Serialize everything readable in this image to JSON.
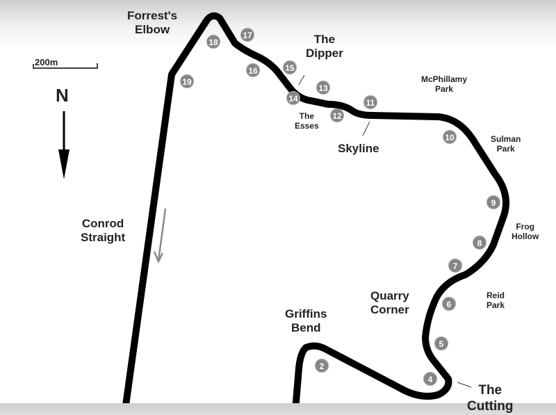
{
  "title": "Mount Panorama Circuit",
  "scale": {
    "label": "200m"
  },
  "compass": {
    "label": "N"
  },
  "places": {
    "forrests_elbow": [
      "Forrest's",
      "Elbow"
    ],
    "the_dipper": [
      "The",
      "Dipper"
    ],
    "mcphillamy_park": [
      "McPhillamy",
      "Park"
    ],
    "the_esses": [
      "The",
      "Esses"
    ],
    "skyline": "Skyline",
    "sulman_park": [
      "Sulman",
      "Park"
    ],
    "conrod_straight": [
      "Conrod",
      "Straight"
    ],
    "frog_hollow": [
      "Frog",
      "Hollow"
    ],
    "reid_park": [
      "Reid",
      "Park"
    ],
    "quarry_corner": [
      "Quarry",
      "Corner"
    ],
    "griffins_bend": [
      "Griffins",
      "Bend"
    ],
    "the_cutting": [
      "The",
      "Cutting"
    ]
  },
  "corners": [
    "2",
    "4",
    "5",
    "6",
    "7",
    "8",
    "9",
    "10",
    "11",
    "12",
    "13",
    "14",
    "15",
    "16",
    "17",
    "18",
    "19"
  ],
  "colors": {
    "track": "#000000",
    "marker": "#858585"
  }
}
